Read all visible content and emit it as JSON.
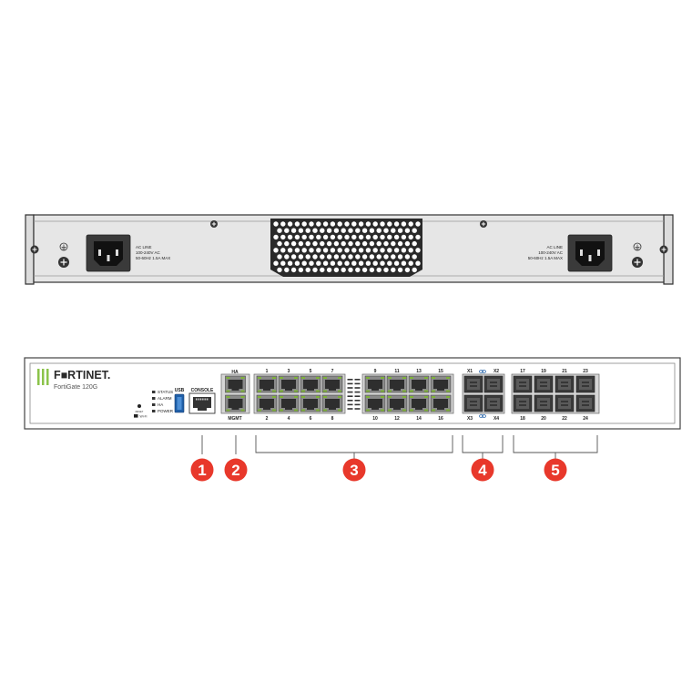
{
  "rear_panel": {
    "psu_left": {
      "label_lines": [
        "AC LINE",
        "100-240V AC",
        "50-60Hz 1.5A MAX"
      ]
    },
    "psu_right": {
      "label_lines": [
        "AC LINE",
        "100-240V AC",
        "50-60Hz 1.5A MAX"
      ]
    }
  },
  "front_panel": {
    "brand": "F■RTINET.",
    "model": "FortiGate 120G",
    "leds": [
      "STATUS",
      "ALARM",
      "HA",
      "POWER"
    ],
    "usb_label": "USB",
    "console_label": "CONSOLE",
    "ha_label": "HA",
    "mgmt_label": "MGMT",
    "reset_label": "RESET",
    "wifi_label": "Wi-Fi",
    "ports_group1_top": [
      "1",
      "3",
      "5",
      "7"
    ],
    "ports_group1_bottom": [
      "2",
      "4",
      "6",
      "8"
    ],
    "ports_group2_top": [
      "9",
      "11",
      "13",
      "15"
    ],
    "ports_group2_bottom": [
      "10",
      "12",
      "14",
      "16"
    ],
    "sfp_plus_top": [
      "X1",
      "X2"
    ],
    "sfp_plus_bottom": [
      "X3",
      "X4"
    ],
    "sfp_top": [
      "17",
      "19",
      "21",
      "23"
    ],
    "sfp_bottom": [
      "18",
      "20",
      "22",
      "24"
    ]
  },
  "callouts": [
    "1",
    "2",
    "3",
    "4",
    "5"
  ],
  "colors": {
    "callout_red": "#e8382b",
    "panel_gray": "#e8e8e8",
    "port_green": "#7fb23a",
    "brand_green": "#8bc34a",
    "sfp_dark": "#3a3a3a"
  }
}
